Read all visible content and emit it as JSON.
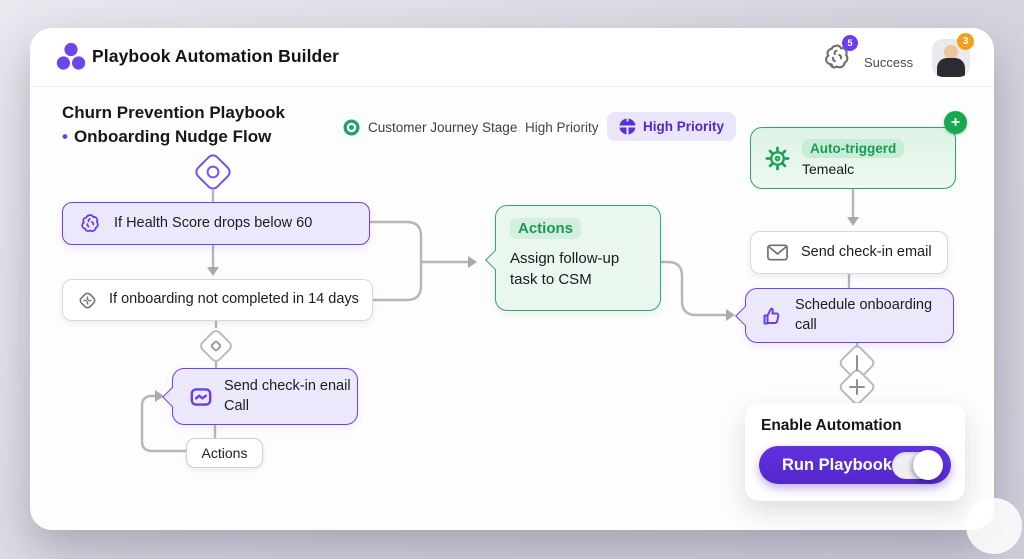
{
  "header": {
    "app_title": "Playbook Automation Builder",
    "brain_badge": "5",
    "status": "Success",
    "avatar_badge": "3"
  },
  "playbook": {
    "title": "Churn Prevention Playbook",
    "subtitle_bullet": "•",
    "subtitle": "Onboarding Nudge Flow"
  },
  "toolbar": {
    "journey_stage": "Customer Journey Stage",
    "priority_text": "High Priority",
    "priority_badge": "High Priority"
  },
  "trigger_card": {
    "badge": "Auto-triggerd",
    "name": "Temealc",
    "add_label": "+"
  },
  "flow": {
    "condition_health": "If Health Score drops below 60",
    "condition_onboarding": "If onboarding not completed in 14 days",
    "send_checkin_call": "Send check-in enail Call",
    "actions_pill": "Actions",
    "actions_title": "Actions",
    "actions_body": "Assign follow-up task to CSM",
    "send_email": "Send check-in email",
    "schedule_call": "Schedule onboarding call"
  },
  "automation": {
    "title": "Enable Automation",
    "run_label": "Run Playbook",
    "toggle_state": "on"
  },
  "colors": {
    "accent_purple": "#5b2bd3",
    "node_purple_border": "#6d44e0",
    "node_purple_fill": "#ece8fb",
    "green": "#2fa266",
    "green_fill": "#e9f7ee",
    "badge_orange": "#f79f1a",
    "badge_purple": "#6d3cf0",
    "connector_gray": "#b5b5bc"
  }
}
